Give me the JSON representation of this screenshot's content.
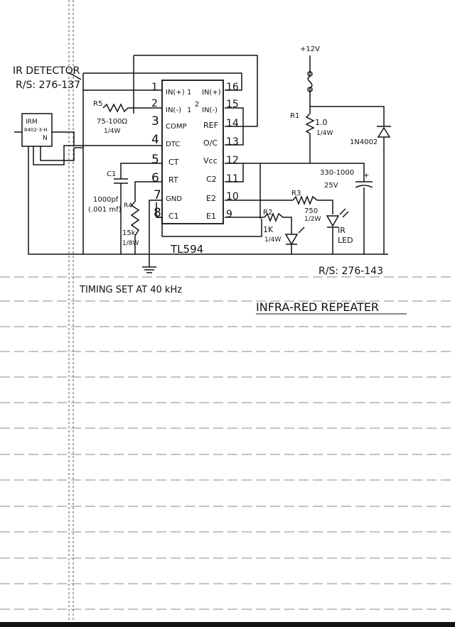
{
  "sheet": {
    "title": "INFRA-RED REPEATER",
    "timing_note": "TIMING SET AT 40 kHz"
  },
  "ir_detector": {
    "heading_line1": "IR DETECTOR",
    "heading_line2": "R/S: 276-137",
    "module_line1": "IRM",
    "module_line2": "8402-3-H",
    "module_pin": "N"
  },
  "ic": {
    "name": "TL594",
    "pins_left": [
      {
        "num": "1",
        "label": "IN(+)",
        "tag": "1"
      },
      {
        "num": "2",
        "label": "IN(-)",
        "tag": "1"
      },
      {
        "num": "3",
        "label": "COMP",
        "tag": ""
      },
      {
        "num": "4",
        "label": "DTC",
        "tag": ""
      },
      {
        "num": "5",
        "label": "CT",
        "tag": ""
      },
      {
        "num": "6",
        "label": "RT",
        "tag": ""
      },
      {
        "num": "7",
        "label": "GND",
        "tag": ""
      },
      {
        "num": "8",
        "label": "C1",
        "tag": ""
      }
    ],
    "pins_right": [
      {
        "num": "16",
        "label": "IN(+)",
        "tag": ""
      },
      {
        "num": "15",
        "label": "IN(-)",
        "tag": "2"
      },
      {
        "num": "14",
        "label": "REF",
        "tag": ""
      },
      {
        "num": "13",
        "label": "O/C",
        "tag": ""
      },
      {
        "num": "12",
        "label": "Vcc",
        "tag": ""
      },
      {
        "num": "11",
        "label": "C2",
        "tag": ""
      },
      {
        "num": "10",
        "label": "E2",
        "tag": ""
      },
      {
        "num": "9",
        "label": "E1",
        "tag": ""
      }
    ]
  },
  "components": {
    "r5": {
      "ref": "R5",
      "value": "75-100Ω",
      "power": "1/4W"
    },
    "c1": {
      "ref": "C1",
      "value_line1": "1000pf",
      "value_line2": "(.001 mf)"
    },
    "r4": {
      "ref": "R4",
      "value": "15k",
      "power": "1/8W"
    },
    "r1": {
      "ref": "R1",
      "value": "1.0",
      "power": "1/4W"
    },
    "diode": {
      "part": "1N4002"
    },
    "cap_big": {
      "value": "330-1000",
      "voltage": "25V",
      "polarity": "+"
    },
    "r3": {
      "ref": "R3",
      "value": "750",
      "power": "1/2W"
    },
    "r2": {
      "ref": "R2",
      "value": "1K",
      "power": "1/4W"
    },
    "ir_led": {
      "line1": "IR",
      "line2": "LED"
    },
    "supply": {
      "label": "+12V"
    }
  },
  "part_number_bottom": "R/S: 276-143"
}
